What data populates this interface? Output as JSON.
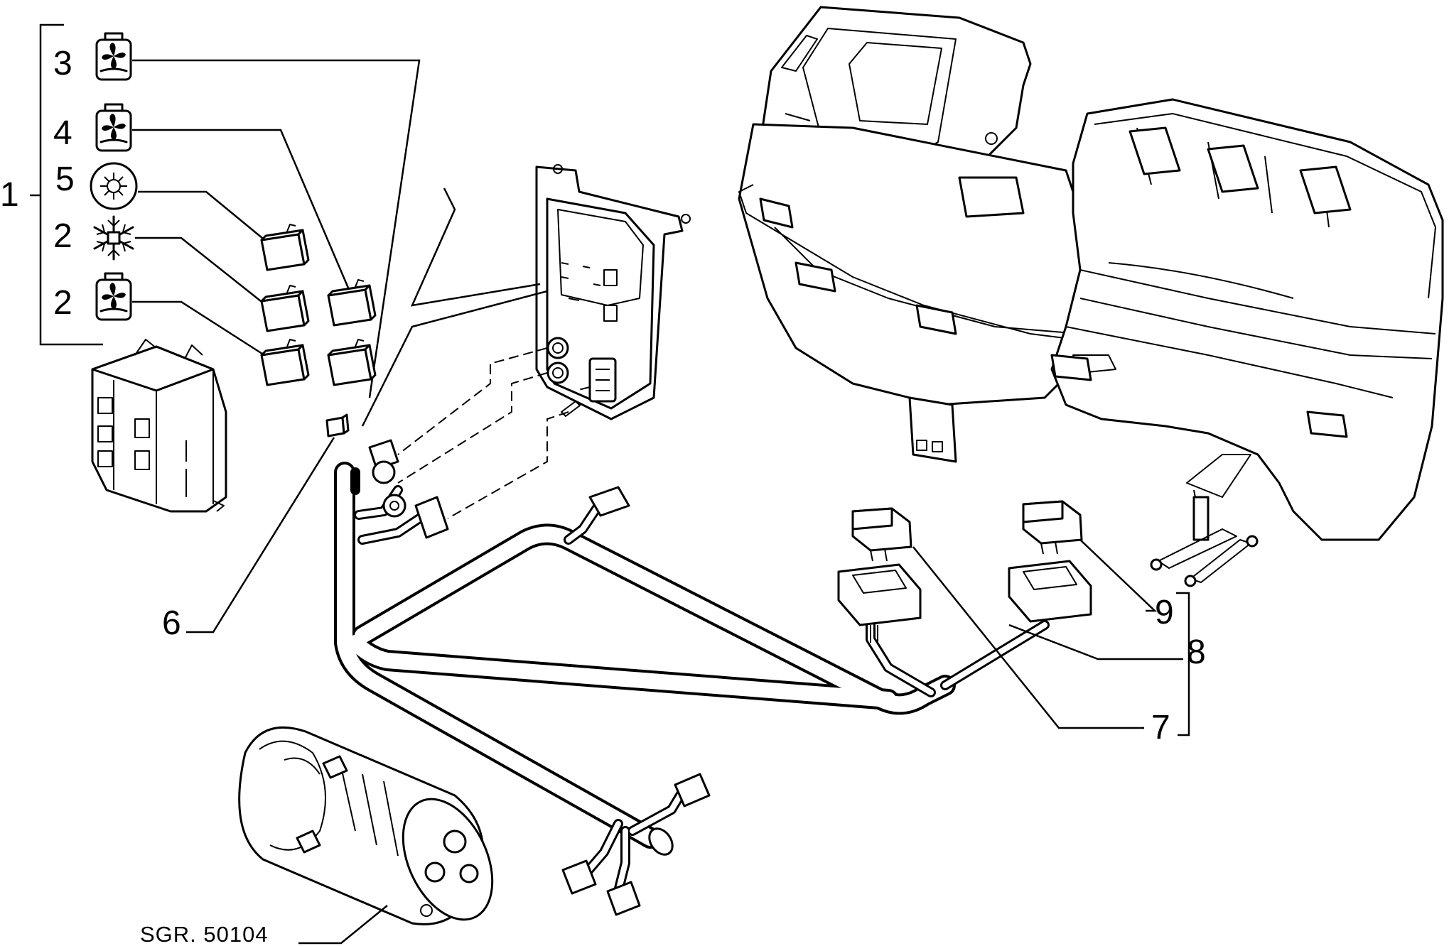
{
  "callouts": {
    "c1": "1",
    "c2a": "2",
    "c2b": "2",
    "c3": "3",
    "c4": "4",
    "c5": "5",
    "c6": "6",
    "c7": "7",
    "c8": "8",
    "c9": "9"
  },
  "reference": "SGR. 50104",
  "icons": {
    "relay_3": "fan-relay-icon",
    "relay_4": "fan-relay-icon",
    "relay_5": "compressor-relay-icon",
    "relay_2a": "snowflake-icon",
    "relay_2b": "fan-relay-icon"
  }
}
